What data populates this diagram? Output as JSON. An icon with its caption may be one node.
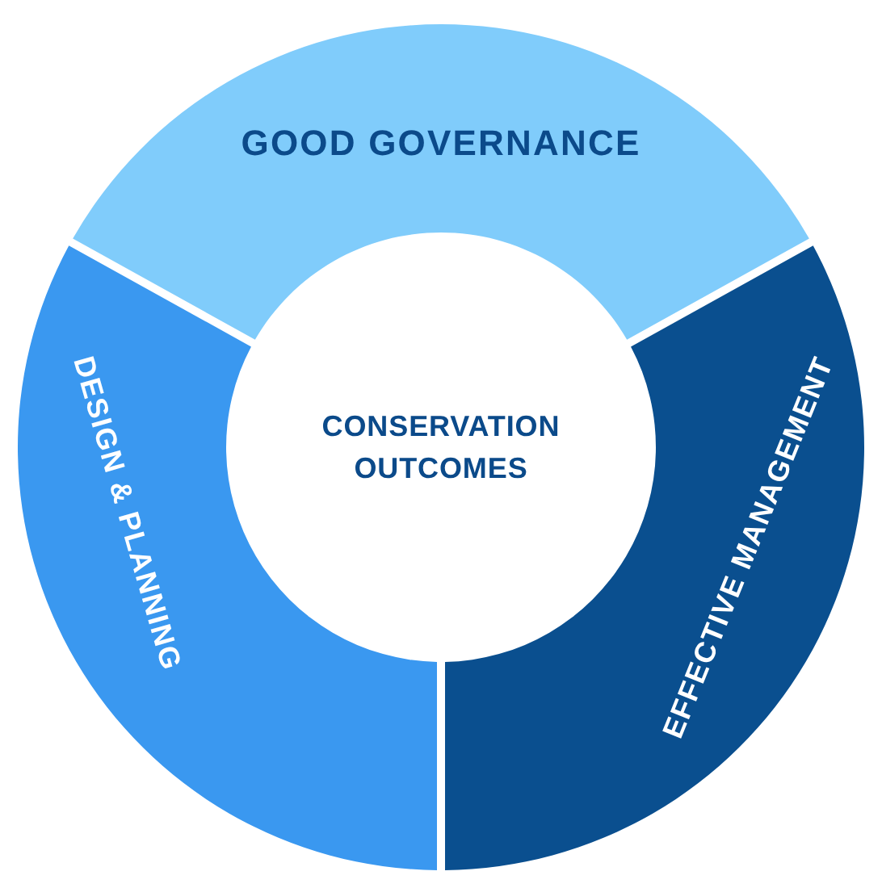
{
  "diagram": {
    "nodes": [
      {
        "text": [
          "GOOD GOVERNANCE"
        ]
      },
      {
        "text": [
          "DESIGN & PLANNING"
        ]
      },
      {
        "text": [
          "EFFECTIVE MANAGEMENT"
        ]
      },
      {
        "text": [
          "CONSERVATION OUTCOMES"
        ]
      }
    ]
  }
}
